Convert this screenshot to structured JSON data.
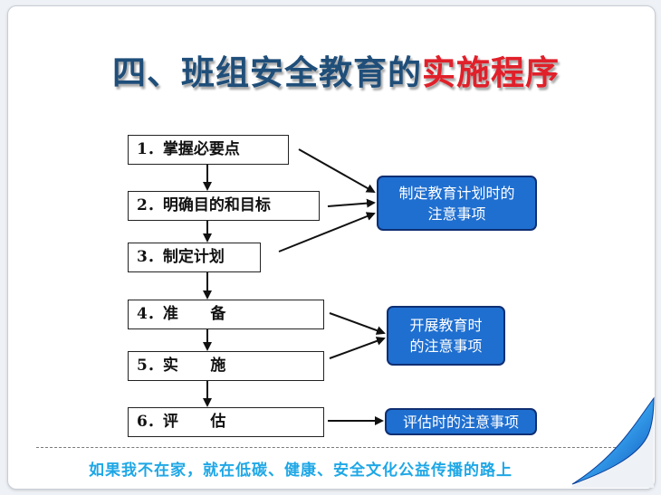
{
  "title": {
    "prefix": "四、班组安全教育的",
    "highlight": "实施程序",
    "prefix_color": "#1f4e79",
    "highlight_color": "#e0202a"
  },
  "steps": [
    {
      "label": "1．掌握必要点"
    },
    {
      "label": "2．明确目的和目标"
    },
    {
      "label": "3．制定计划"
    },
    {
      "label": "4．准      备"
    },
    {
      "label": "5．实      施"
    },
    {
      "label": "6．评      估"
    }
  ],
  "notes": [
    {
      "line1": "制定教育计划时的",
      "line2": "注意事项"
    },
    {
      "line1": "开展教育时",
      "line2": "的注意事项"
    },
    {
      "line1": "评估时的注意事项",
      "line2": ""
    }
  ],
  "footer": {
    "text": "如果我不在家，就在低碳、健康、安全文化公益传播的路上",
    "color": "#1ea7e6"
  },
  "colors": {
    "note_fill": "#1f6fd0",
    "note_border": "#0f2f73"
  }
}
